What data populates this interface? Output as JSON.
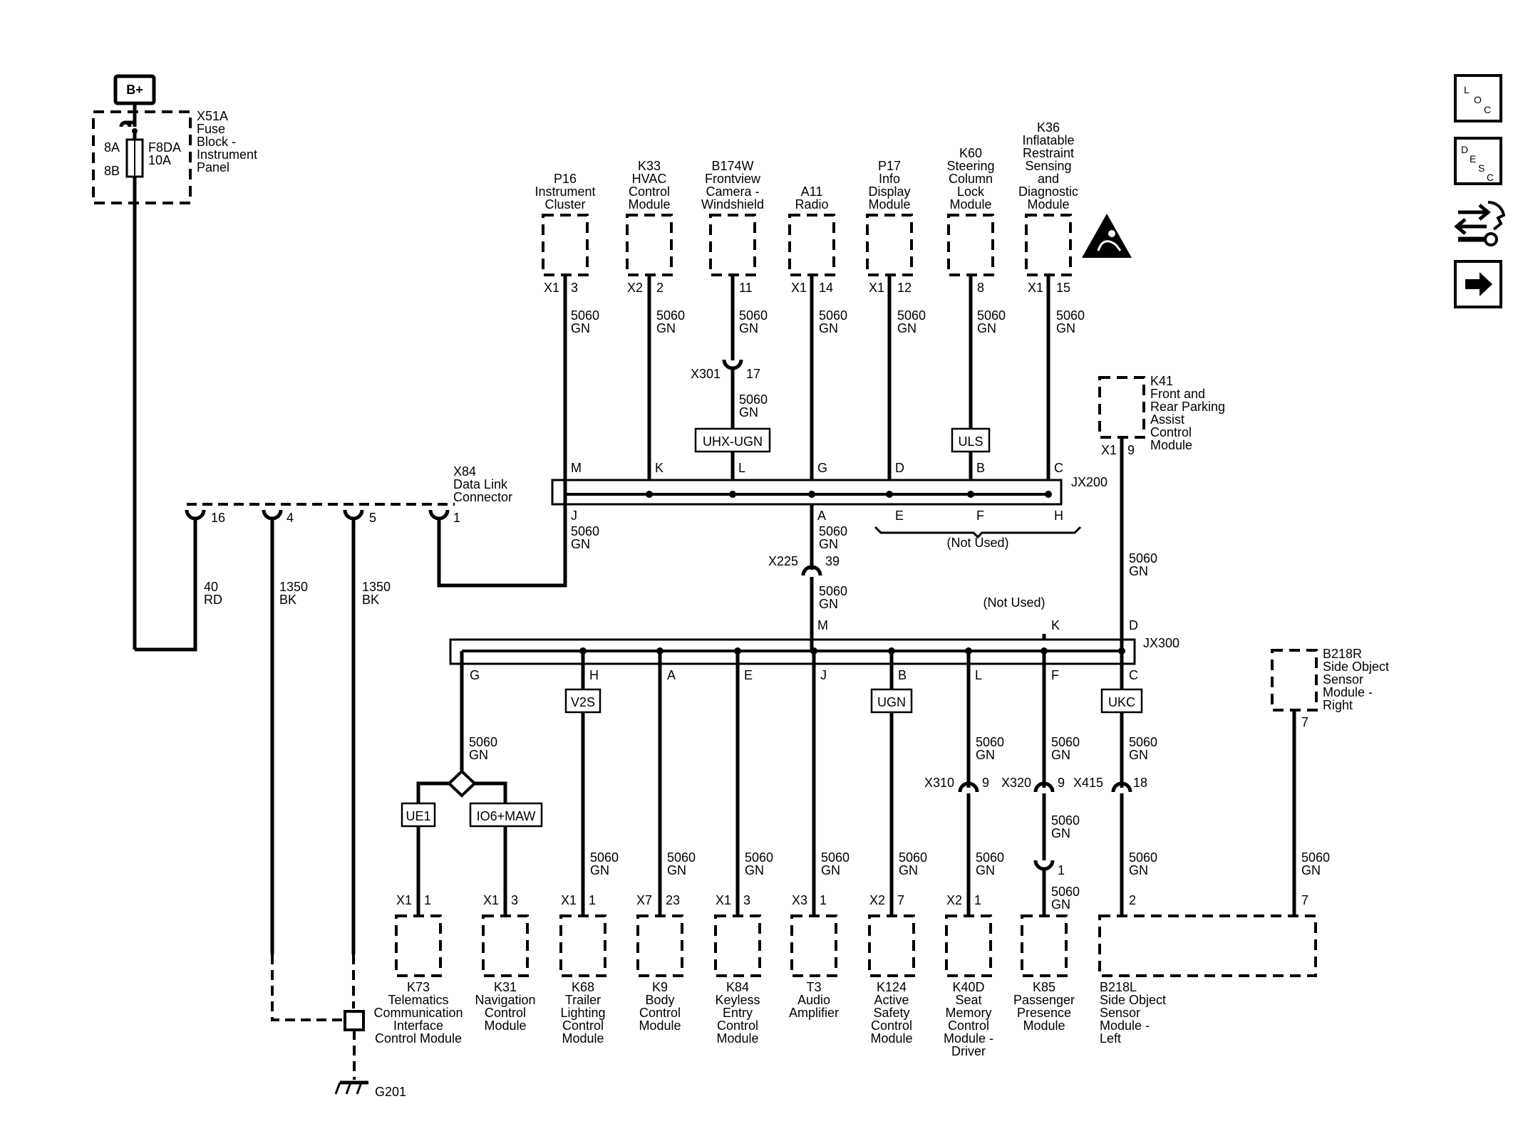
{
  "power": {
    "label": "B+"
  },
  "fuse_block": {
    "name": "X51A",
    "l1": "Fuse",
    "l2": "Block -",
    "l3": "Instrument",
    "l4": "Panel",
    "pin_a": "8A",
    "pin_b": "8B",
    "fuse_name": "F8DA",
    "fuse_rating": "10A"
  },
  "dlc": {
    "name": "X84",
    "l1": "Data Link",
    "l2": "Connector",
    "pins": [
      "16",
      "4",
      "5",
      "1"
    ]
  },
  "wire_labels": {
    "w40": "40",
    "rd": "RD",
    "w1350": "1350",
    "bk": "BK",
    "w5060": "5060",
    "gn": "GN"
  },
  "top_modules": [
    {
      "l1": "P16",
      "l2": "Instrument",
      "l3": "Cluster",
      "conn": "X1",
      "pin": "3"
    },
    {
      "l1": "K33",
      "l2": "HVAC",
      "l3": "Control",
      "l4": "Module",
      "conn": "X2",
      "pin": "2"
    },
    {
      "l1": "B174W",
      "l2": "Frontview",
      "l3": "Camera -",
      "l4": "Windshield",
      "conn": "",
      "pin": "11"
    },
    {
      "l1": "A11",
      "l2": "Radio",
      "conn": "X1",
      "pin": "14"
    },
    {
      "l1": "P17",
      "l2": "Info",
      "l3": "Display",
      "l4": "Module",
      "conn": "X1",
      "pin": "12"
    },
    {
      "l1": "K60",
      "l2": "Steering",
      "l3": "Column",
      "l4": "Lock",
      "l5": "Module",
      "conn": "",
      "pin": "8"
    },
    {
      "l1": "K36",
      "l2": "Inflatable",
      "l3": "Restraint",
      "l4": "Sensing",
      "l5": "and",
      "l6": "Diagnostic",
      "l7": "Module",
      "conn": "X1",
      "pin": "15"
    }
  ],
  "k41": {
    "l1": "K41",
    "l2": "Front and",
    "l3": "Rear Parking",
    "l4": "Assist",
    "l5": "Control",
    "l6": "Module",
    "conn": "X1",
    "pin": "9"
  },
  "b218r": {
    "l1": "B218R",
    "l2": "Side Object",
    "l3": "Sensor",
    "l4": "Module -",
    "l5": "Right",
    "pin": "7"
  },
  "jx200": {
    "name": "JX200",
    "top_pins": [
      "M",
      "K",
      "L",
      "G",
      "D",
      "B",
      "C"
    ],
    "bottom_pins": [
      "J",
      "A",
      "E",
      "F",
      "H"
    ],
    "not_used": "(Not Used)"
  },
  "jx300": {
    "name": "JX300",
    "top_pins": [
      "M",
      "K",
      "D"
    ],
    "bottom_pins": [
      "G",
      "H",
      "A",
      "E",
      "J",
      "B",
      "L",
      "F",
      "C"
    ],
    "not_used": "(Not Used)"
  },
  "inline": {
    "x301": "X301",
    "x301_pin": "17",
    "x225": "X225",
    "x225_pin": "39",
    "x310": "X310",
    "x310_pin": "9",
    "x320": "X320",
    "x320_pin": "9",
    "x320_pin_b": "1",
    "x415": "X415",
    "x415_pin": "18"
  },
  "options": {
    "uhx": "UHX-UGN",
    "uls": "ULS",
    "v2s": "V2S",
    "ugn": "UGN",
    "ukc": "UKC",
    "ue1": "UE1",
    "io6": "IO6+MAW"
  },
  "bottom_modules": [
    {
      "conn": "X1",
      "pin": "1",
      "l1": "K73",
      "l2": "Telematics",
      "l3": "Communication",
      "l4": "Interface",
      "l5": "Control Module"
    },
    {
      "conn": "X1",
      "pin": "3",
      "l1": "K31",
      "l2": "Navigation",
      "l3": "Control",
      "l4": "Module"
    },
    {
      "conn": "X1",
      "pin": "1",
      "l1": "K68",
      "l2": "Trailer",
      "l3": "Lighting",
      "l4": "Control",
      "l5": "Module"
    },
    {
      "conn": "X7",
      "pin": "23",
      "l1": "K9",
      "l2": "Body",
      "l3": "Control",
      "l4": "Module"
    },
    {
      "conn": "X1",
      "pin": "3",
      "l1": "K84",
      "l2": "Keyless",
      "l3": "Entry",
      "l4": "Control",
      "l5": "Module"
    },
    {
      "conn": "X3",
      "pin": "1",
      "l1": "T3",
      "l2": "Audio",
      "l3": "Amplifier"
    },
    {
      "conn": "X2",
      "pin": "7",
      "l1": "K124",
      "l2": "Active",
      "l3": "Safety",
      "l4": "Control",
      "l5": "Module"
    },
    {
      "conn": "X2",
      "pin": "1",
      "l1": "K40D",
      "l2": "Seat",
      "l3": "Memory",
      "l4": "Control",
      "l5": "Module -",
      "l6": "Driver"
    },
    {
      "conn": "",
      "pin": "",
      "l1": "K85",
      "l2": "Passenger",
      "l3": "Presence",
      "l4": "Module"
    }
  ],
  "b218l": {
    "l1": "B218L",
    "l2": "Side Object",
    "l3": "Sensor",
    "l4": "Module -",
    "l5": "Left",
    "pin_a": "2",
    "pin_b": "7"
  },
  "ground": {
    "label": "G201"
  },
  "side_icons": {
    "loc": {
      "l": "L",
      "o": "O",
      "c": "C",
      "icon": "location-icon"
    },
    "desc": {
      "d": "D",
      "e": "E",
      "s": "S",
      "c": "C",
      "icon": "description-icon"
    },
    "schem": {
      "icon": "schematic-wrench-icon"
    },
    "next": {
      "icon": "arrow-right-icon"
    }
  }
}
